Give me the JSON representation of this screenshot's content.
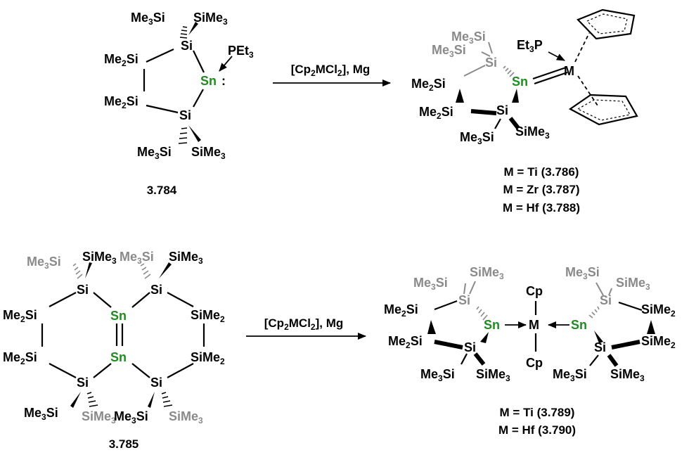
{
  "reagents": {
    "top": "[Cp2MCl2], Mg",
    "bottom": "[Cp2MCl2], Mg"
  },
  "compound_784": {
    "number": "3.784"
  },
  "compound_785": {
    "number": "3.785"
  },
  "products_top": [
    "M = Ti (3.786)",
    "M = Zr (3.787)",
    "M = Hf (3.788)"
  ],
  "products_bottom": [
    "M = Ti (3.789)",
    "M = Hf (3.790)"
  ],
  "atoms": {
    "sn": "Sn",
    "si": "Si",
    "m": "M",
    "cp": "Cp",
    "p_ligand": "PEt3",
    "me3si": "Me3Si",
    "sime3": "SiMe3",
    "me2si": "Me2Si",
    "sime2": "SiMe2",
    "lone_pair": ":"
  },
  "colors": {
    "tin": "#1e8c1e",
    "grey_groups": "#8a8a8a",
    "ink": "#000000"
  }
}
